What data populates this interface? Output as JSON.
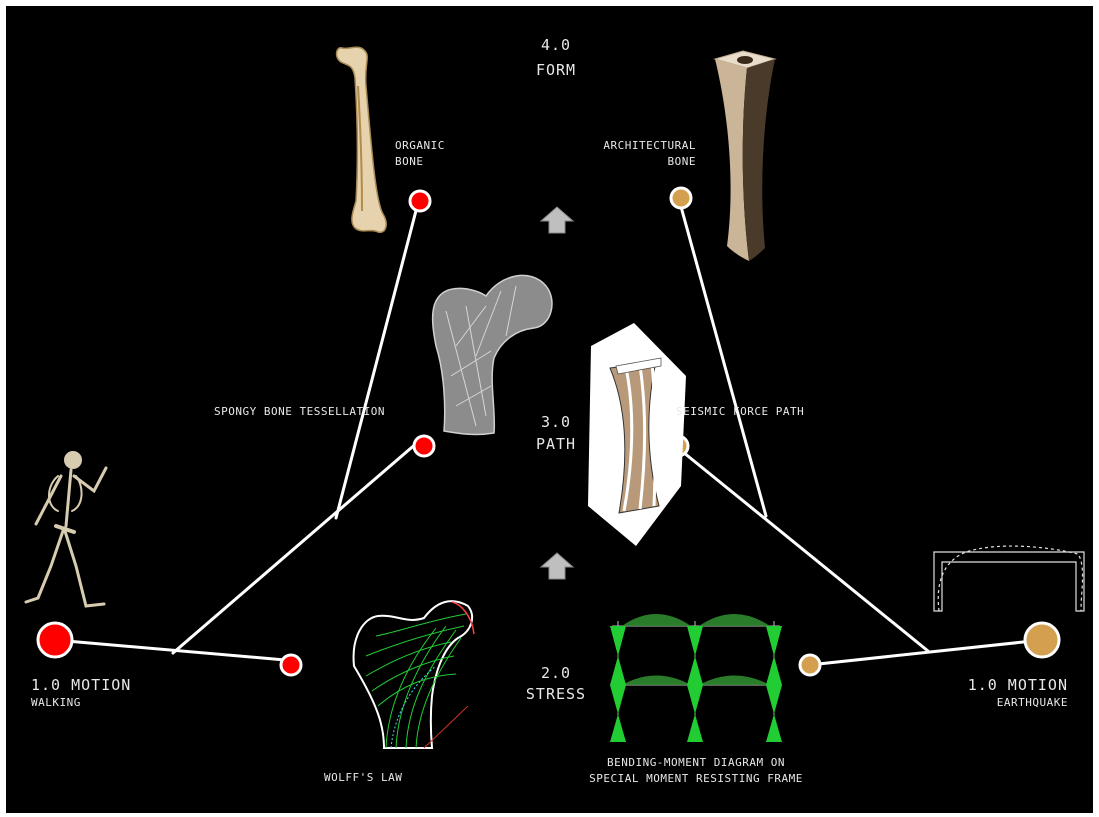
{
  "colors": {
    "background": "#000000",
    "human": "#ff0000",
    "architecture": "#d4a050",
    "line": "#ffffff",
    "stress_green": "#2ecc40"
  },
  "stages": {
    "form": {
      "number": "4.0",
      "name": "FORM"
    },
    "path": {
      "number": "3.0",
      "name": "PATH"
    },
    "stress": {
      "number": "2.0",
      "name": "STRESS"
    }
  },
  "left": {
    "motion_title": "1.0 MOTION",
    "motion_sub": "WALKING",
    "wolff": "WOLFF'S LAW",
    "spongy": "SPONGY BONE TESSELLATION",
    "organic_1": "ORGANIC",
    "organic_2": "BONE"
  },
  "right": {
    "motion_title": "1.0 MOTION",
    "motion_sub": "EARTHQUAKE",
    "bending_1": "BENDING-MOMENT DIAGRAM ON",
    "bending_2": "SPECIAL MOMENT RESISTING FRAME",
    "seismic": "SEISMIC FORCE PATH",
    "arch_1": "ARCHITECTURAL",
    "arch_2": "BONE"
  },
  "icons": [
    "arrow-up-icon",
    "skeleton-icon",
    "femur-icon",
    "architectural-bone-icon",
    "frame-deflection-icon"
  ]
}
